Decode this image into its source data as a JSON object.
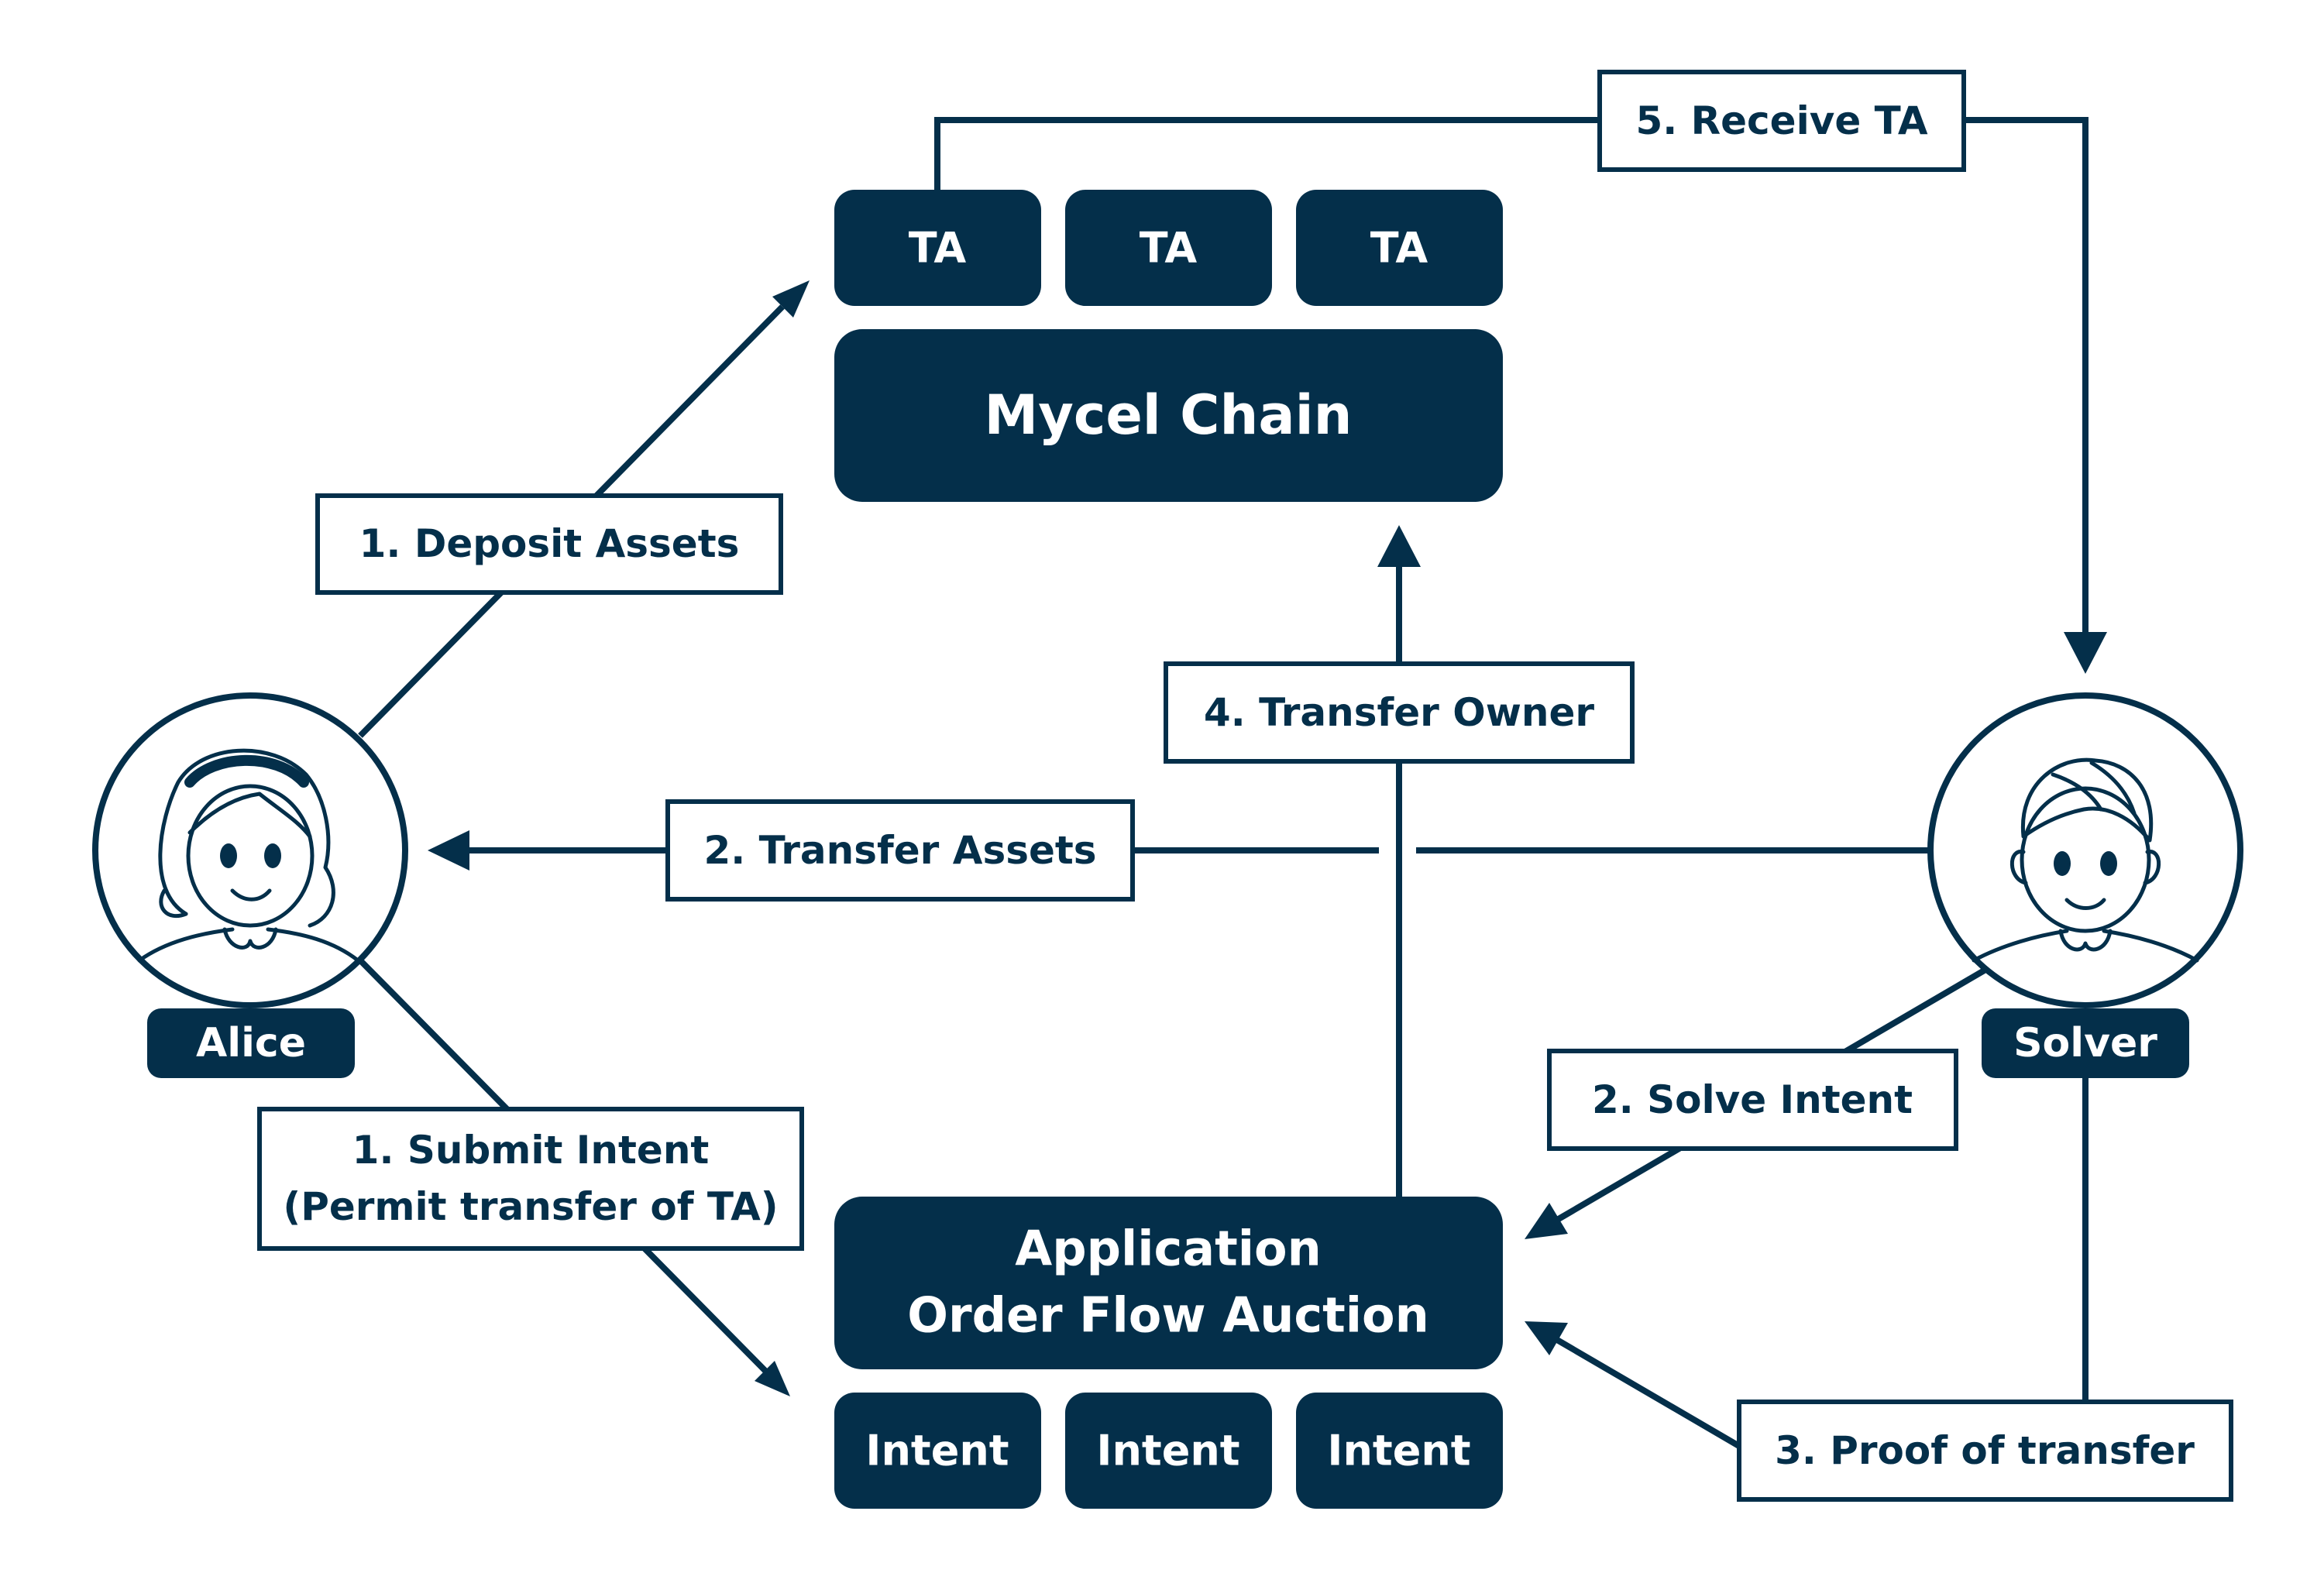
{
  "colors": {
    "primary": "#042f4a",
    "background": "#ffffff",
    "text_on_dark": "#ffffff"
  },
  "nodes": {
    "chain": {
      "title": "Mycel Chain",
      "tokens": [
        "TA",
        "TA",
        "TA"
      ]
    },
    "app": {
      "line1": "Application",
      "line2": "Order Flow Auction",
      "intents": [
        "Intent",
        "Intent",
        "Intent"
      ]
    },
    "alice": {
      "label": "Alice",
      "icon": "girl-avatar-icon"
    },
    "solver": {
      "label": "Solver",
      "icon": "boy-avatar-icon"
    }
  },
  "edges": {
    "deposit_assets": "1. Deposit Assets",
    "submit_intent_line1": "1. Submit Intent",
    "submit_intent_line2": "(Permit transfer of TA)",
    "transfer_assets": "2. Transfer Assets",
    "solve_intent": "2. Solve Intent",
    "proof_of_transfer": "3. Proof of transfer",
    "transfer_owner": "4. Transfer Owner",
    "receive_ta": "5. Receive TA"
  }
}
